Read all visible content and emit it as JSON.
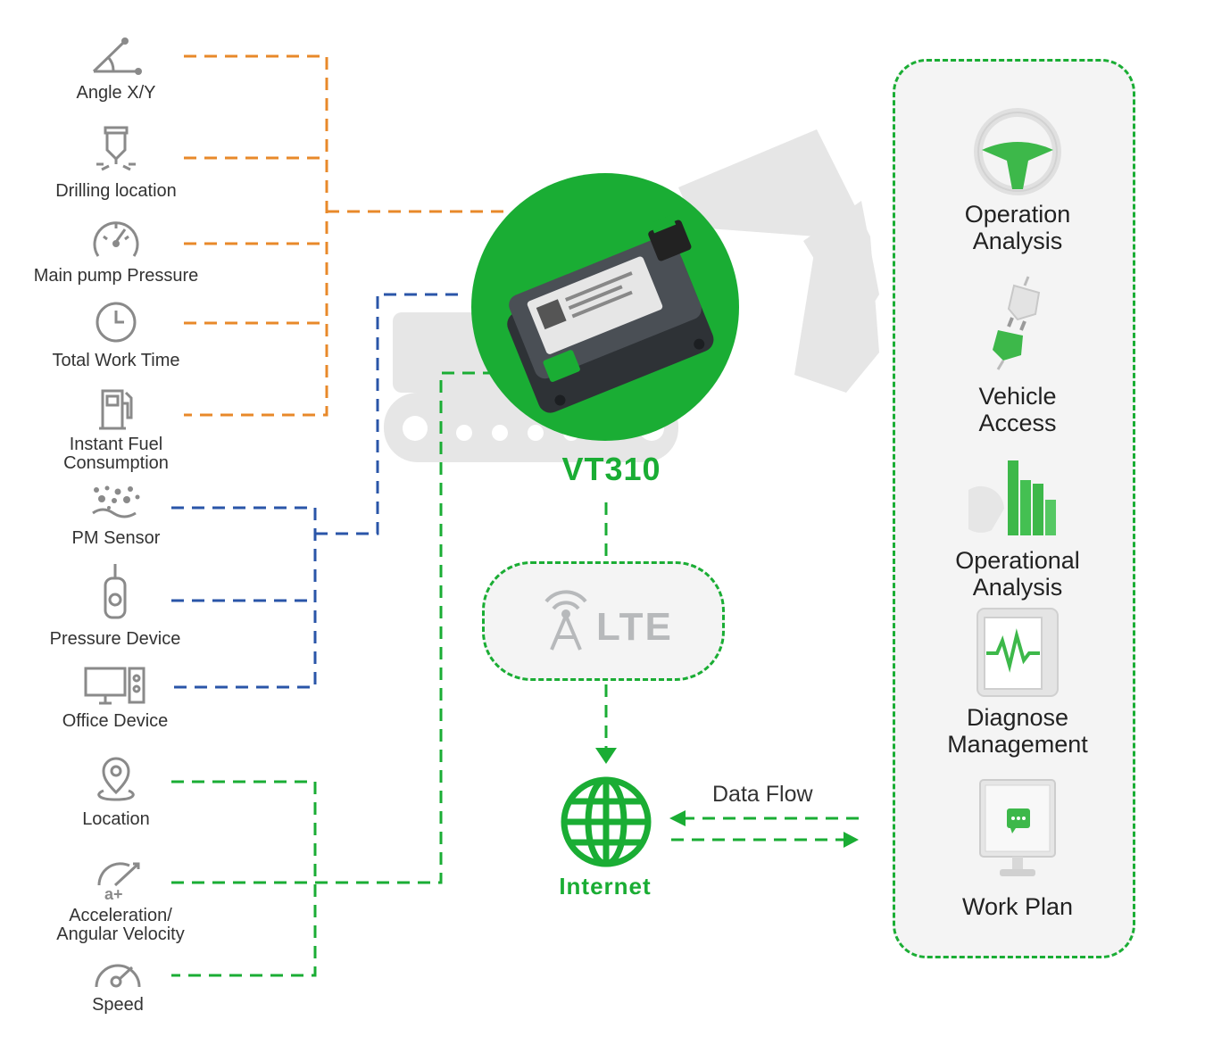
{
  "sensors": {
    "angle": "Angle X/Y",
    "drilling": "Drilling location",
    "pump": "Main pump Pressure",
    "work_time": "Total Work Time",
    "fuel": "Instant Fuel\nConsumption",
    "pm": "PM Sensor",
    "pressure_device": "Pressure Device",
    "office_device": "Office Device",
    "location": "Location",
    "acceleration": "Acceleration/\nAngular Velocity",
    "speed": "Speed"
  },
  "device": {
    "name": "VT310"
  },
  "network": {
    "lte": "LTE",
    "internet": "Internet",
    "data_flow": "Data Flow"
  },
  "features": {
    "operation": "Operation\nAnalysis",
    "vehicle": "Vehicle\nAccess",
    "operational": "Operational\nAnalysis",
    "diagnose": "Diagnose\nManagement",
    "work_plan": "Work Plan"
  },
  "colors": {
    "orange": "#e8892a",
    "blue": "#2a55a8",
    "green": "#1aad34",
    "gray": "#8a8a8a"
  }
}
